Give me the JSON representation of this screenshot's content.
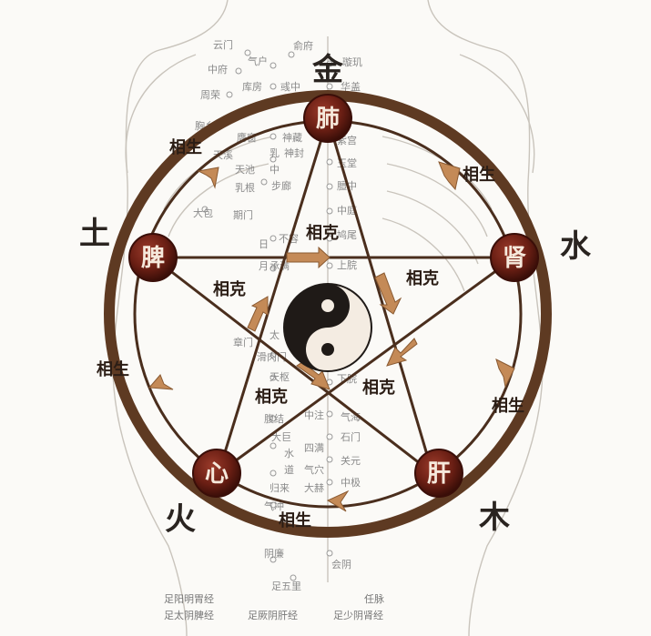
{
  "elements": {
    "metal": "金",
    "water": "水",
    "wood": "木",
    "fire": "火",
    "earth": "土"
  },
  "organs": {
    "lung": "肺",
    "kidney": "肾",
    "liver": "肝",
    "heart": "心",
    "spleen": "脾"
  },
  "relations": {
    "sheng": "相生",
    "ke": "相克"
  },
  "acupoints": {
    "yunmen": "云门",
    "shufu": "俞府",
    "qihu": "气户",
    "zhongfu": "中府",
    "xuanji": "璇玑",
    "kufang": "库房",
    "huozhong": "彧中",
    "huagai": "华盖",
    "zhourong": "周荣",
    "xiongxiang": "胸乡",
    "yingchuang": "膺窗",
    "shencang": "神藏",
    "zigong": "紫宫",
    "tianxi": "天溪",
    "tianchi": "天池",
    "ru1": "乳",
    "zhong1": "中",
    "shenfeng": "神封",
    "yutang": "玉堂",
    "rugen": "乳根",
    "bulang": "步廊",
    "shanzhong": "膻中",
    "dabao": "大包",
    "qimen": "期门",
    "zhongting": "中庭",
    "jiuwei": "鸠尾",
    "burong": "不容",
    "ri": "日",
    "yue": "月",
    "chengman": "承满",
    "shangwan": "上脘",
    "zhangmen": "章门",
    "tai": "太",
    "huaroumen": "滑肉门",
    "tianshu": "天枢",
    "xiawan": "下脘",
    "fujie": "腹结",
    "zhongzhu": "中注",
    "qihai": "气海",
    "shimen": "石门",
    "daju": "大巨",
    "sijian": "四满",
    "shui": "水",
    "qixue": "气穴",
    "guanyuan": "关元",
    "dao": "道",
    "zhongji": "中极",
    "guilai": "归来",
    "dahe": "大赫",
    "qichong": "气冲",
    "yinlian": "阴廉",
    "zuwuli": "足五里",
    "huiyin": "会阴"
  },
  "meridians": {
    "stomach": "足阳明胃经",
    "spleen": "足太阴脾经",
    "liver": "足厥阴肝经",
    "kidney": "足少阴肾经",
    "renmai": "任脉"
  },
  "colors": {
    "ring": "#5e3a22",
    "organ_fill": "#6b1f14",
    "arrow": "#c48a57",
    "line": "#4a2e1d"
  }
}
